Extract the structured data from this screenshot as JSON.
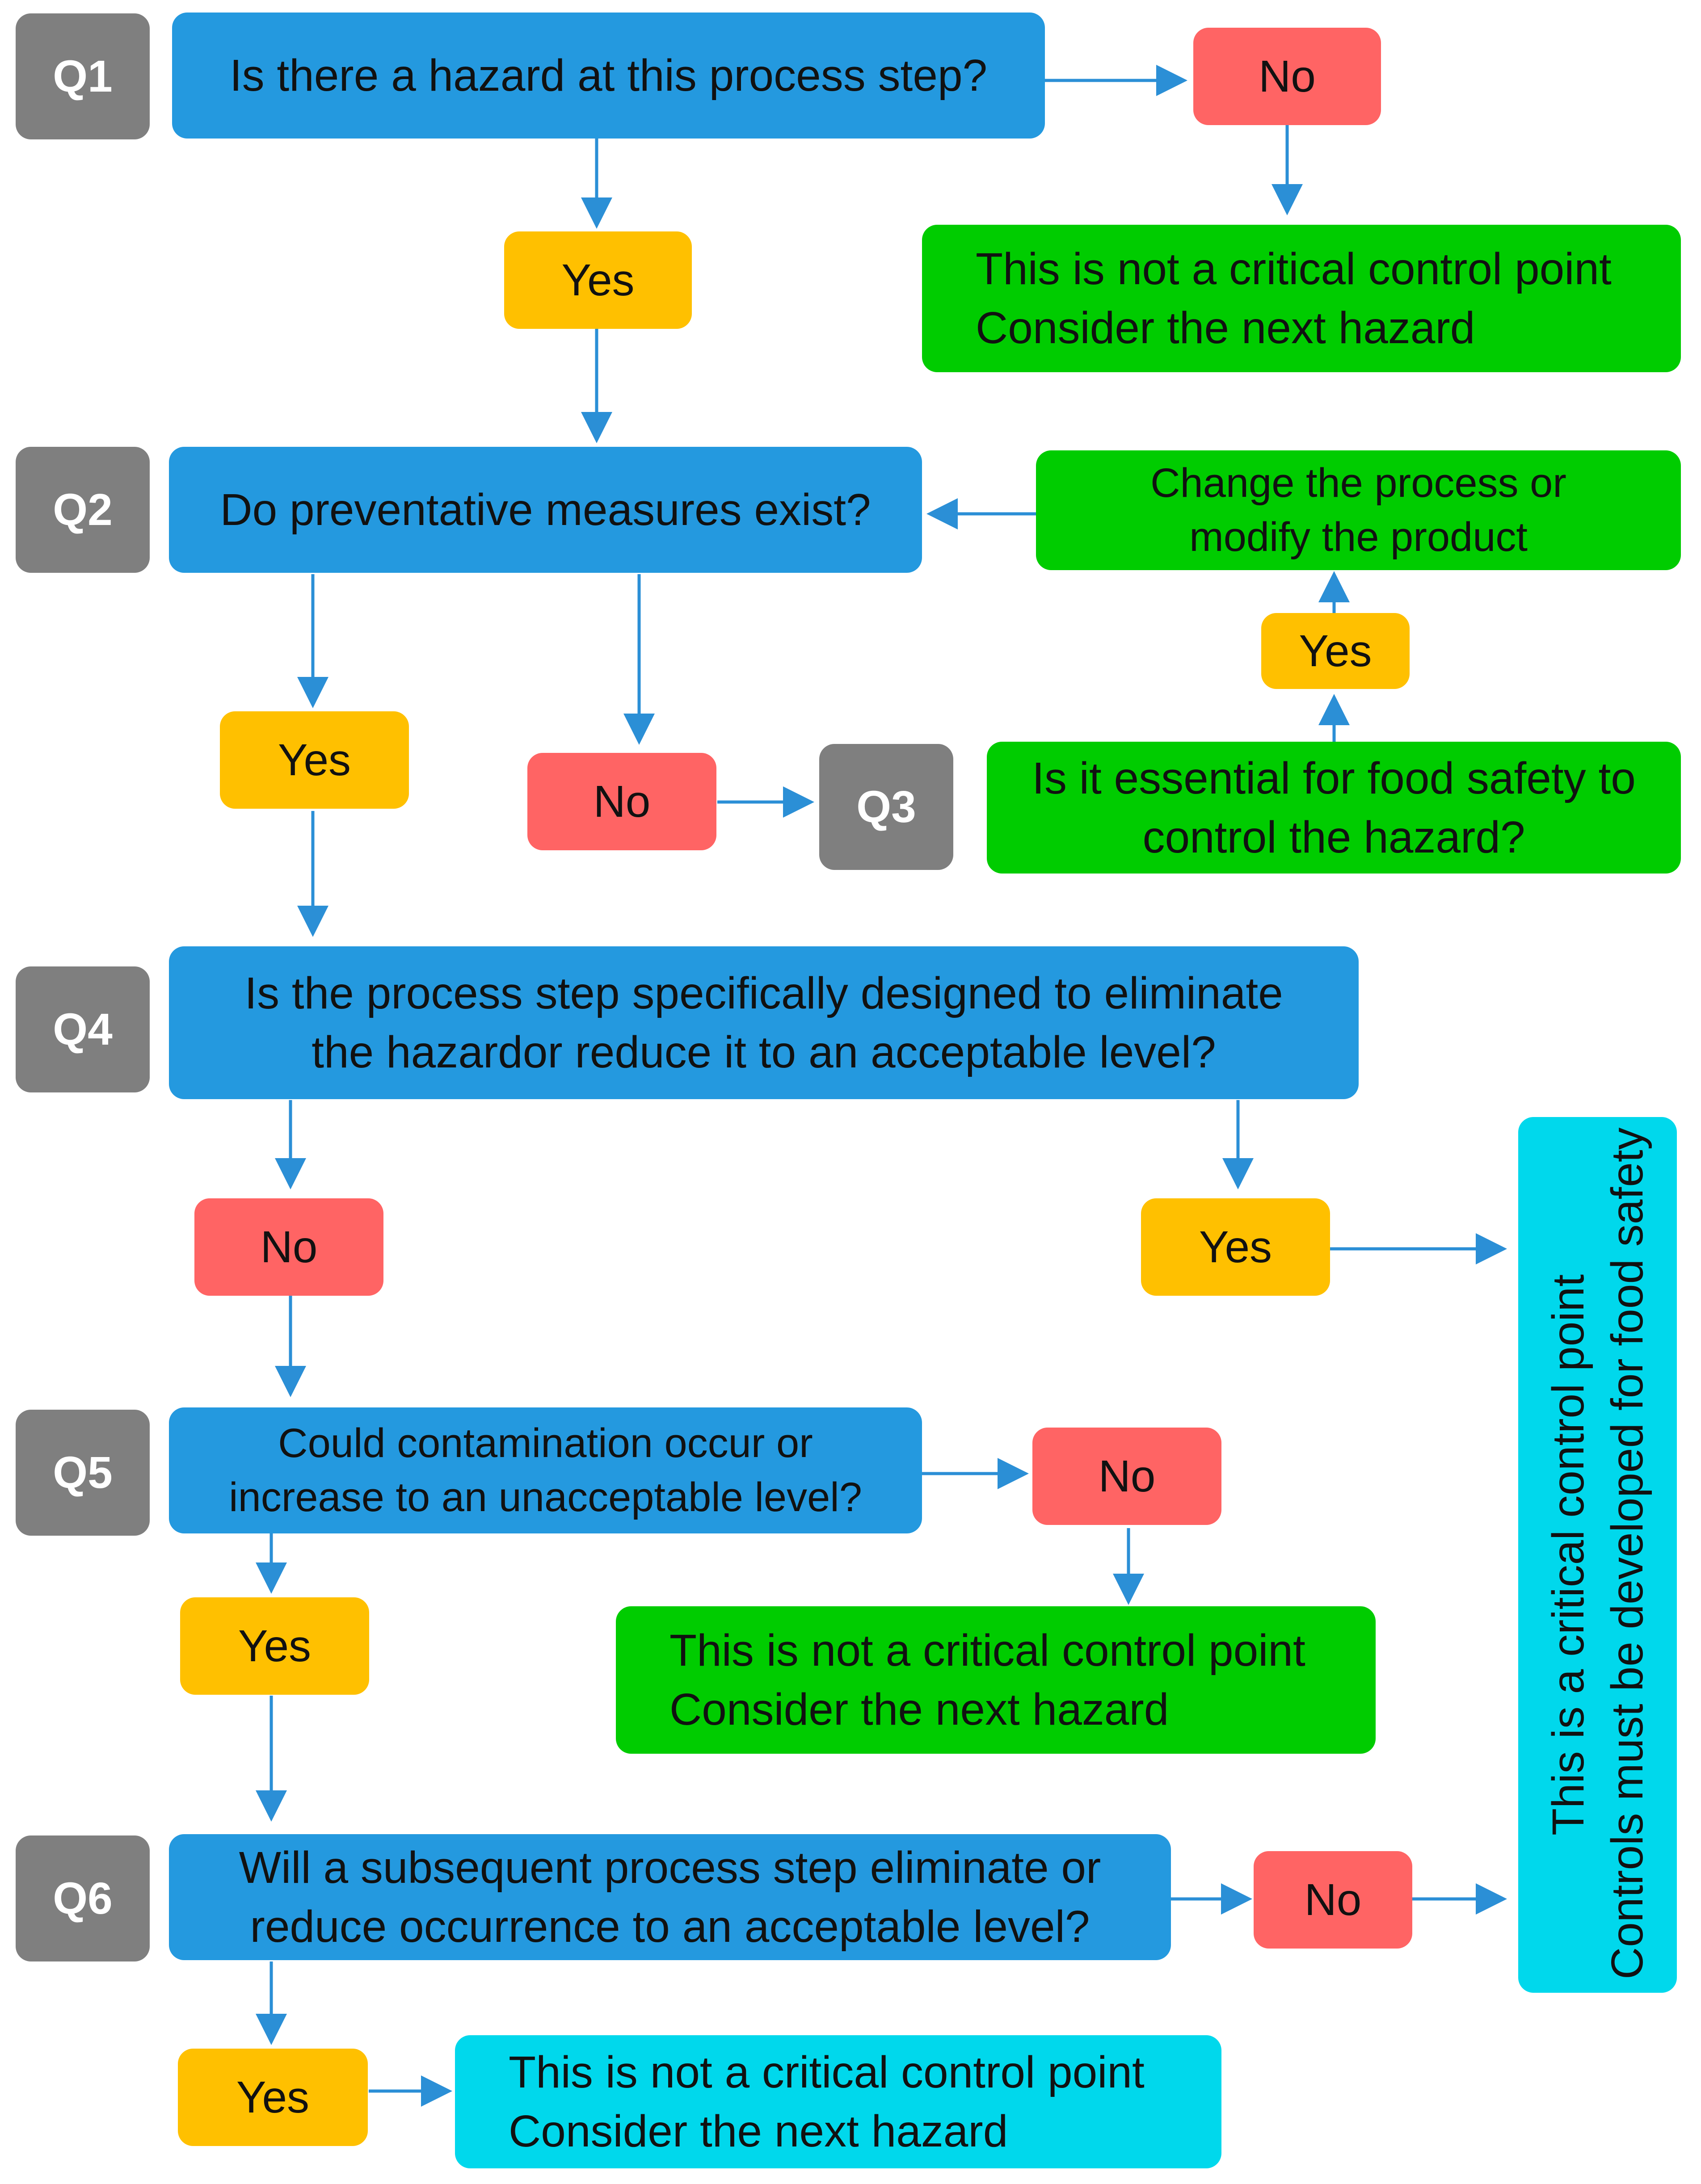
{
  "colors": {
    "question": "#2499df",
    "question_label": "#7f7f7f",
    "yes": "#ffc000",
    "no": "#ff6464",
    "outcome_green": "#00cc00",
    "outcome_cyan": "#00d8ec",
    "arrow": "#2b8fd6"
  },
  "q_labels": {
    "q1": "Q1",
    "q2": "Q2",
    "q3": "Q3",
    "q4": "Q4",
    "q5": "Q5",
    "q6": "Q6"
  },
  "questions": {
    "q1": "Is there a hazard at this process step?",
    "q2": "Do preventative measures exist?",
    "q3": "Is it essential for food safety to control the hazard?",
    "q4": "Is the process step specifically designed to eliminate the hazardor reduce it to an acceptable level?",
    "q5": "Could contamination occur or increase to an unacceptable level?",
    "q6": "Will a subsequent process step eliminate or reduce occurrence to an acceptable level?"
  },
  "answers": {
    "yes": "Yes",
    "no": "No"
  },
  "outcomes": {
    "not_ccp_line1": "This is not a critical control point",
    "not_ccp_line2": "Consider the next hazard",
    "modify_process": "Change the process or modify the product",
    "ccp_line1": "This is a critical control point",
    "ccp_line2": "Controls must be developed for food safety"
  }
}
